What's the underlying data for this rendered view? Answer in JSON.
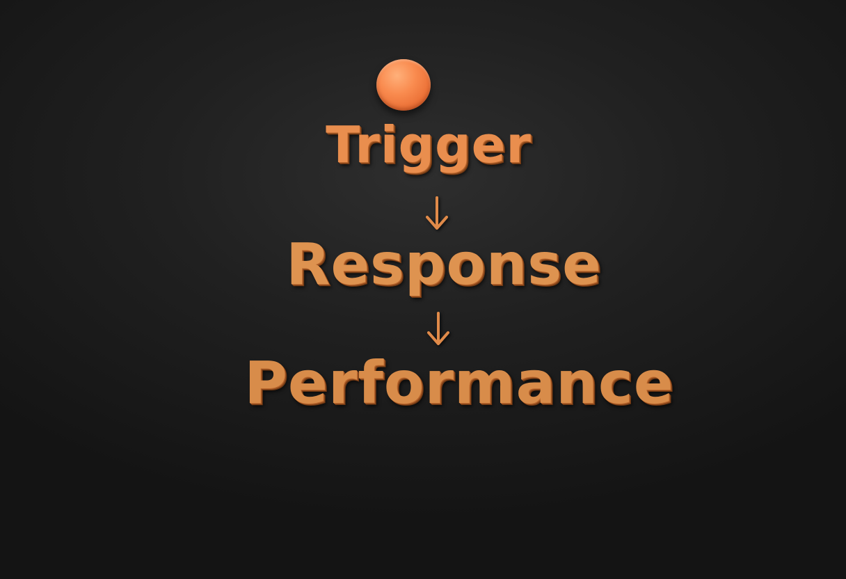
{
  "diagram": {
    "nodes": [
      {
        "id": "trigger",
        "label": "Trigger"
      },
      {
        "id": "response",
        "label": "Response"
      },
      {
        "id": "performance",
        "label": "Performance"
      }
    ],
    "edges": [
      {
        "from": "trigger",
        "to": "response",
        "icon": "arrow-down-icon"
      },
      {
        "from": "response",
        "to": "performance",
        "icon": "arrow-down-icon"
      }
    ],
    "marker": {
      "icon": "orange-circle-icon",
      "color": "#f98b4f"
    }
  },
  "colors": {
    "background": "#1c1c1c",
    "text": "#e08a49",
    "arrow": "#e08a49"
  }
}
